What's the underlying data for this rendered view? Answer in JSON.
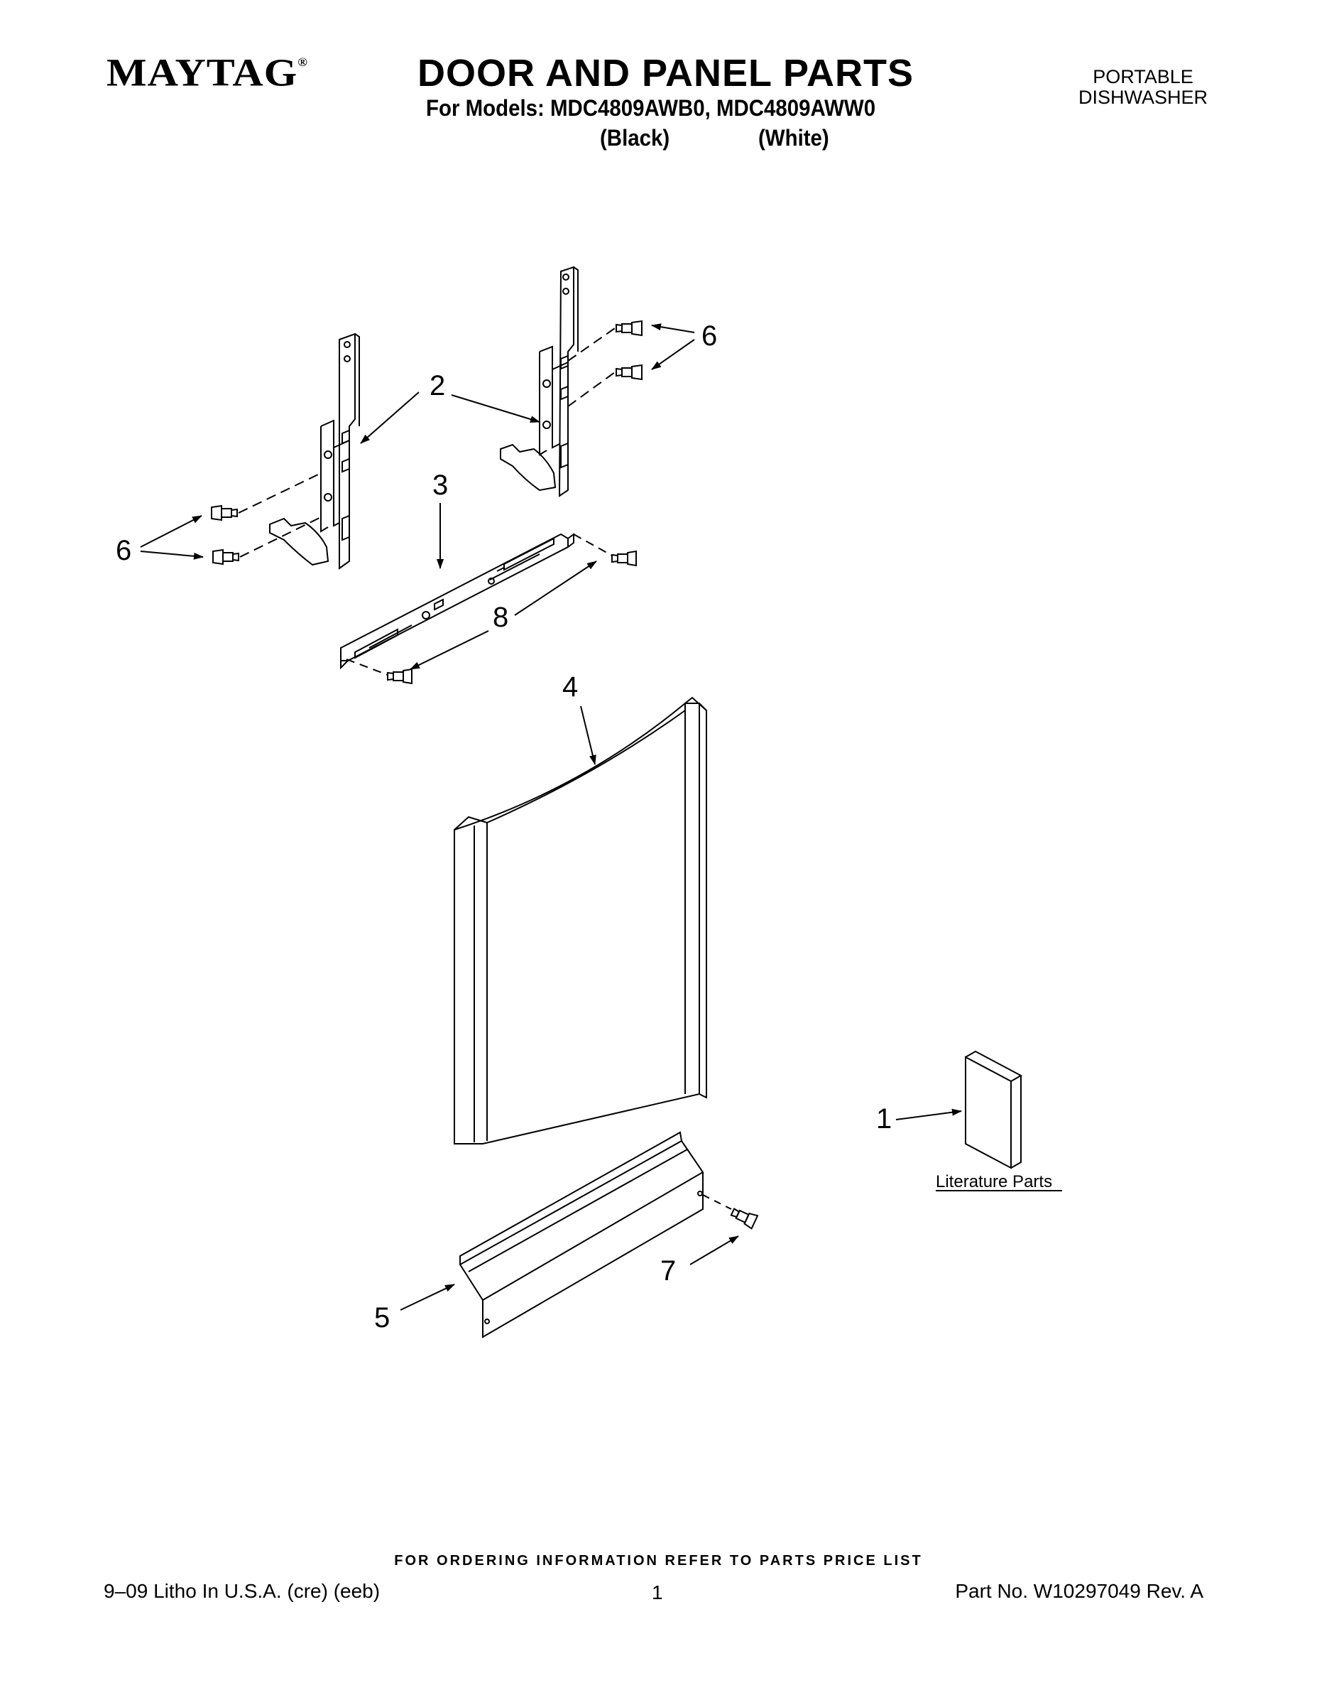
{
  "header": {
    "brand": "MAYTAG",
    "title": "DOOR AND PANEL PARTS",
    "models_line": "For Models: MDC4809AWB0, MDC4809AWW0",
    "color_black": "(Black)",
    "color_white": "(White)",
    "product_type_line1": "PORTABLE",
    "product_type_line2": "DISHWASHER"
  },
  "diagram": {
    "callouts": {
      "c1": "1",
      "c2": "2",
      "c3": "3",
      "c4": "4",
      "c5": "5",
      "c6a": "6",
      "c6b": "6",
      "c7": "7",
      "c8": "8"
    },
    "literature_label": "Literature Parts"
  },
  "footer": {
    "ordering_note": "FOR ORDERING INFORMATION REFER TO PARTS PRICE LIST",
    "print_info": "9–09 Litho In U.S.A. (cre) (eeb)",
    "page_number": "1",
    "part_number": "Part No. W10297049 Rev. A"
  }
}
